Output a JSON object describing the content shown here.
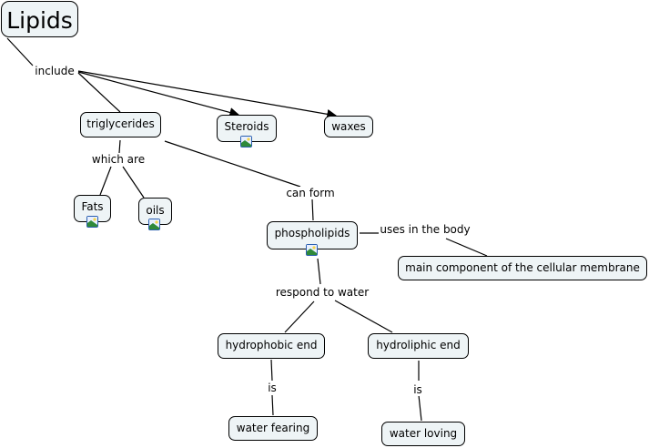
{
  "concepts": {
    "lipids": "Lipids",
    "triglycerides": "triglycerides",
    "steroids": "Steroids",
    "waxes": "waxes",
    "fats": "Fats",
    "oils": "oils",
    "phospholipids": "phospholipids",
    "main_component": "main component of the cellular membrane",
    "hydrophobic_end": "hydrophobic end",
    "hydroliphic_end": "hydroliphic end",
    "water_fearing": "water fearing",
    "water_loving": "water loving"
  },
  "linking_phrases": {
    "include": "include",
    "which_are": "which are",
    "can_form": "can form",
    "uses_in_the_body": "uses in the body",
    "respond_to_water": "respond to water",
    "is_1": "is",
    "is_2": "is"
  },
  "icons": {
    "image_attachment": "image-resource-icon"
  },
  "colors": {
    "node_fill": "#eef4f6",
    "node_border": "#000000",
    "icon_border": "#2a5fb0"
  }
}
